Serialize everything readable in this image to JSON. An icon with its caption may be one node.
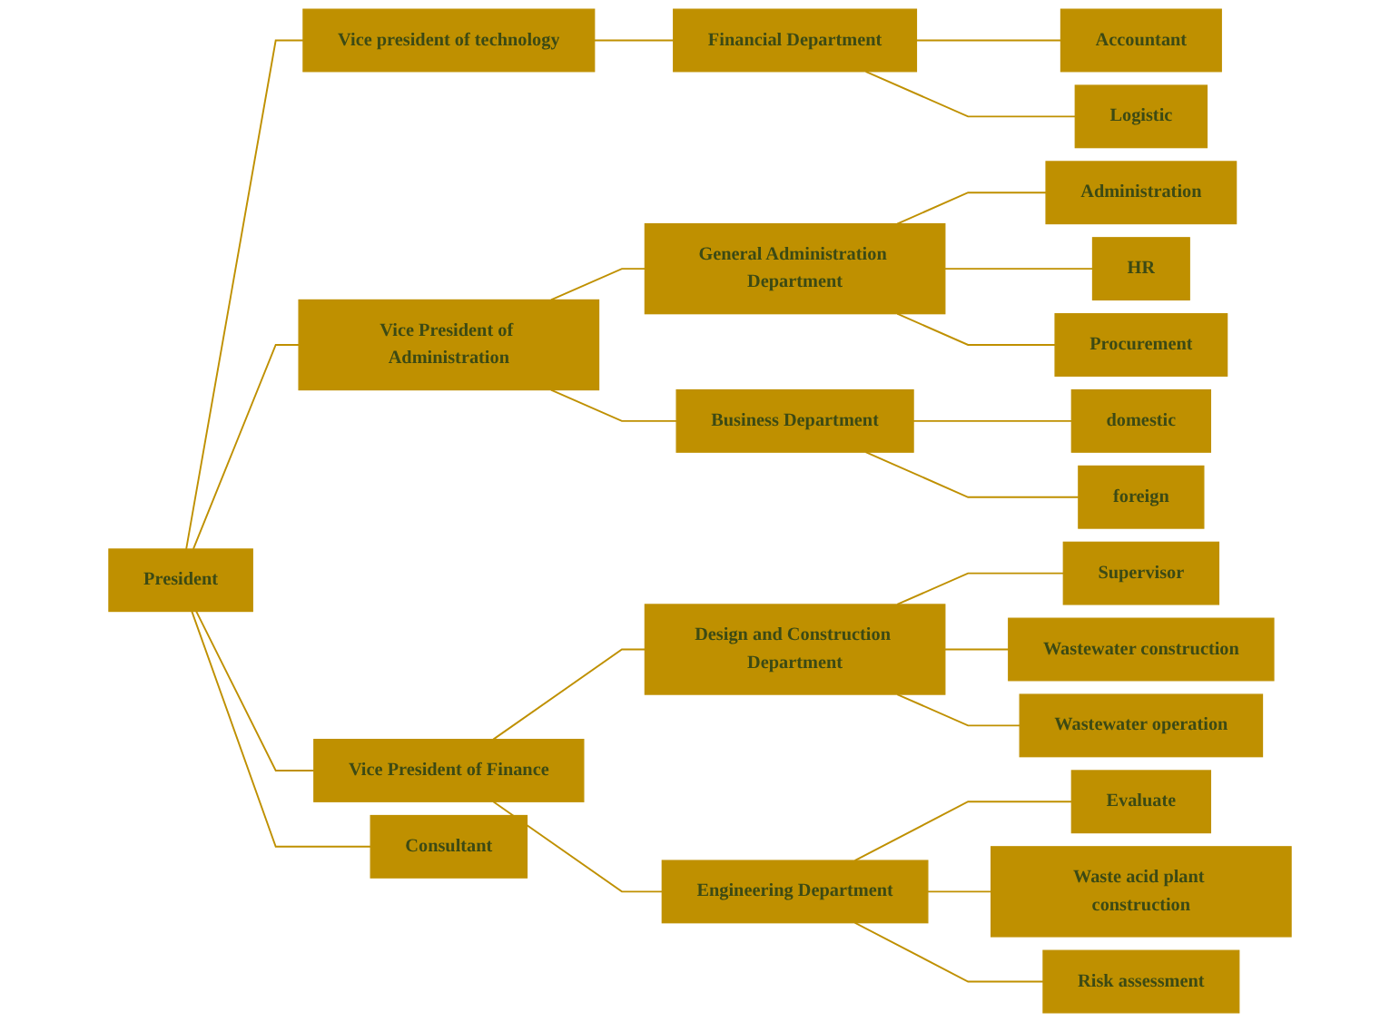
{
  "diagram": {
    "nodes": [
      {
        "text": [
          "President"
        ]
      },
      {
        "text": [
          "Vice president of technology"
        ]
      },
      {
        "text": [
          "Vice President of Administration"
        ]
      },
      {
        "text": [
          "Vice President of Finance"
        ]
      },
      {
        "text": [
          "Consultant"
        ]
      },
      {
        "text": [
          "Financial Department"
        ]
      },
      {
        "text": [
          "Accountant"
        ]
      },
      {
        "text": [
          "Logistic"
        ]
      },
      {
        "text": [
          "General Administration Department"
        ]
      },
      {
        "text": [
          "Administration"
        ]
      },
      {
        "text": [
          "HR"
        ]
      },
      {
        "text": [
          "Procurement"
        ]
      },
      {
        "text": [
          "Business Department"
        ]
      },
      {
        "text": [
          "domestic"
        ]
      },
      {
        "text": [
          "foreign"
        ]
      },
      {
        "text": [
          "Design and Construction Department"
        ]
      },
      {
        "text": [
          "Supervisor"
        ]
      },
      {
        "text": [
          "Wastewater construction"
        ]
      },
      {
        "text": [
          "Wastewater operation"
        ]
      },
      {
        "text": [
          "Engineering Department"
        ]
      },
      {
        "text": [
          "Evaluate"
        ]
      },
      {
        "text": [
          "Waste acid plant construction"
        ]
      },
      {
        "text": [
          "Risk assessment"
        ]
      }
    ],
    "edges": [
      {
        "from": 0,
        "to": 1,
        "arrow": "none"
      },
      {
        "from": 0,
        "to": 2,
        "arrow": "none"
      },
      {
        "from": 0,
        "to": 3,
        "arrow": "none"
      },
      {
        "from": 0,
        "to": 4,
        "arrow": "none"
      },
      {
        "from": 1,
        "to": 5,
        "arrow": "none"
      },
      {
        "from": 5,
        "to": 6,
        "arrow": "none"
      },
      {
        "from": 5,
        "to": 7,
        "arrow": "none"
      },
      {
        "from": 2,
        "to": 8,
        "arrow": "none"
      },
      {
        "from": 2,
        "to": 12,
        "arrow": "none"
      },
      {
        "from": 8,
        "to": 9,
        "arrow": "none"
      },
      {
        "from": 8,
        "to": 10,
        "arrow": "none"
      },
      {
        "from": 8,
        "to": 11,
        "arrow": "none"
      },
      {
        "from": 12,
        "to": 13,
        "arrow": "none"
      },
      {
        "from": 12,
        "to": 14,
        "arrow": "none"
      },
      {
        "from": 3,
        "to": 15,
        "arrow": "none"
      },
      {
        "from": 3,
        "to": 19,
        "arrow": "none"
      },
      {
        "from": 15,
        "to": 16,
        "arrow": "none"
      },
      {
        "from": 15,
        "to": 17,
        "arrow": "none"
      },
      {
        "from": 15,
        "to": 18,
        "arrow": "none"
      },
      {
        "from": 19,
        "to": 20,
        "arrow": "none"
      },
      {
        "from": 19,
        "to": 21,
        "arrow": "none"
      },
      {
        "from": 19,
        "to": 22,
        "arrow": "none"
      }
    ]
  }
}
